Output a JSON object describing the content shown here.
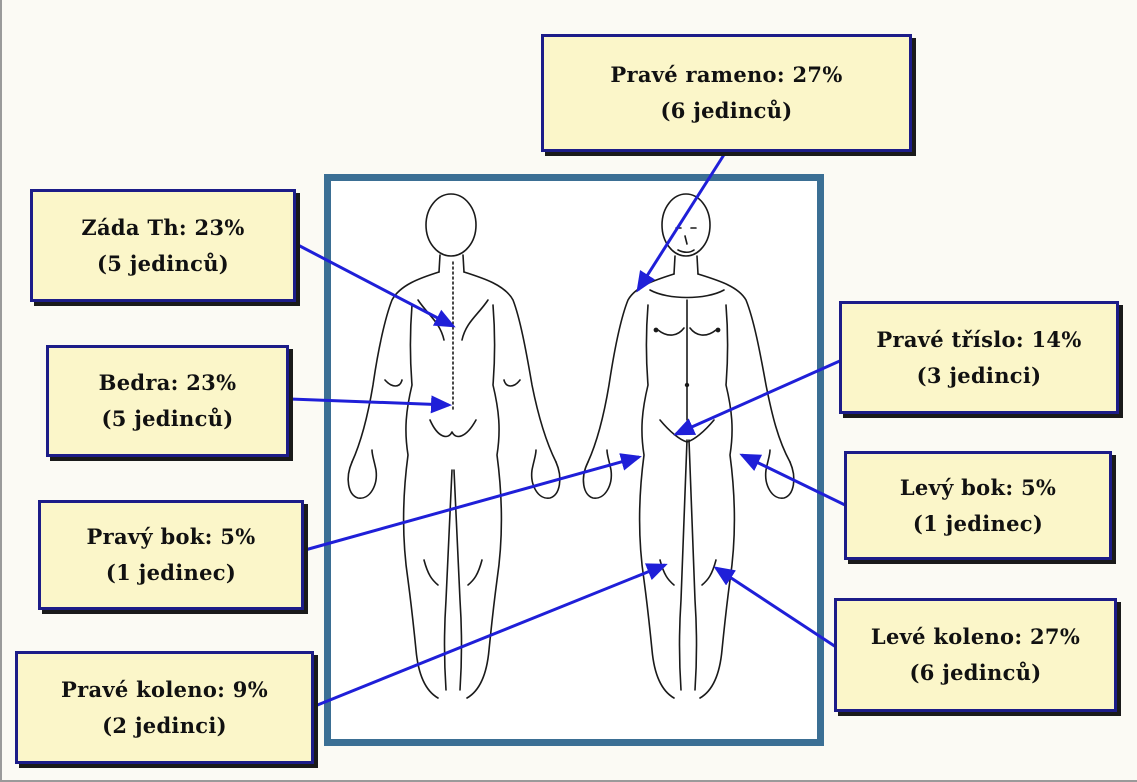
{
  "diagram": {
    "labels": [
      {
        "id": "prave-rameno",
        "title": "Pravé rameno: 27%",
        "subtitle": "(6 jedinců)"
      },
      {
        "id": "zada-th",
        "title": "Záda Th: 23%",
        "subtitle": "(5 jedinců)"
      },
      {
        "id": "bedra",
        "title": "Bedra: 23%",
        "subtitle": "(5 jedinců)"
      },
      {
        "id": "prave-trislo",
        "title": "Pravé tříslo: 14%",
        "subtitle": "(3 jedinci)"
      },
      {
        "id": "levy-bok",
        "title": "Levý bok: 5%",
        "subtitle": "(1 jedinec)"
      },
      {
        "id": "pravy-bok",
        "title": "Pravý bok: 5%",
        "subtitle": "(1 jedinec)"
      },
      {
        "id": "leve-koleno",
        "title": "Levé koleno: 27%",
        "subtitle": "(6 jedinců)"
      },
      {
        "id": "prave-koleno",
        "title": "Pravé koleno: 9%",
        "subtitle": "(2 jedinci)"
      }
    ],
    "colors": {
      "frame": "#3b6f94",
      "box_fill": "#fbf6c9",
      "box_border": "#1c1c88",
      "arrow": "#1f1fd8",
      "figure_line": "#1a1a1a"
    }
  }
}
